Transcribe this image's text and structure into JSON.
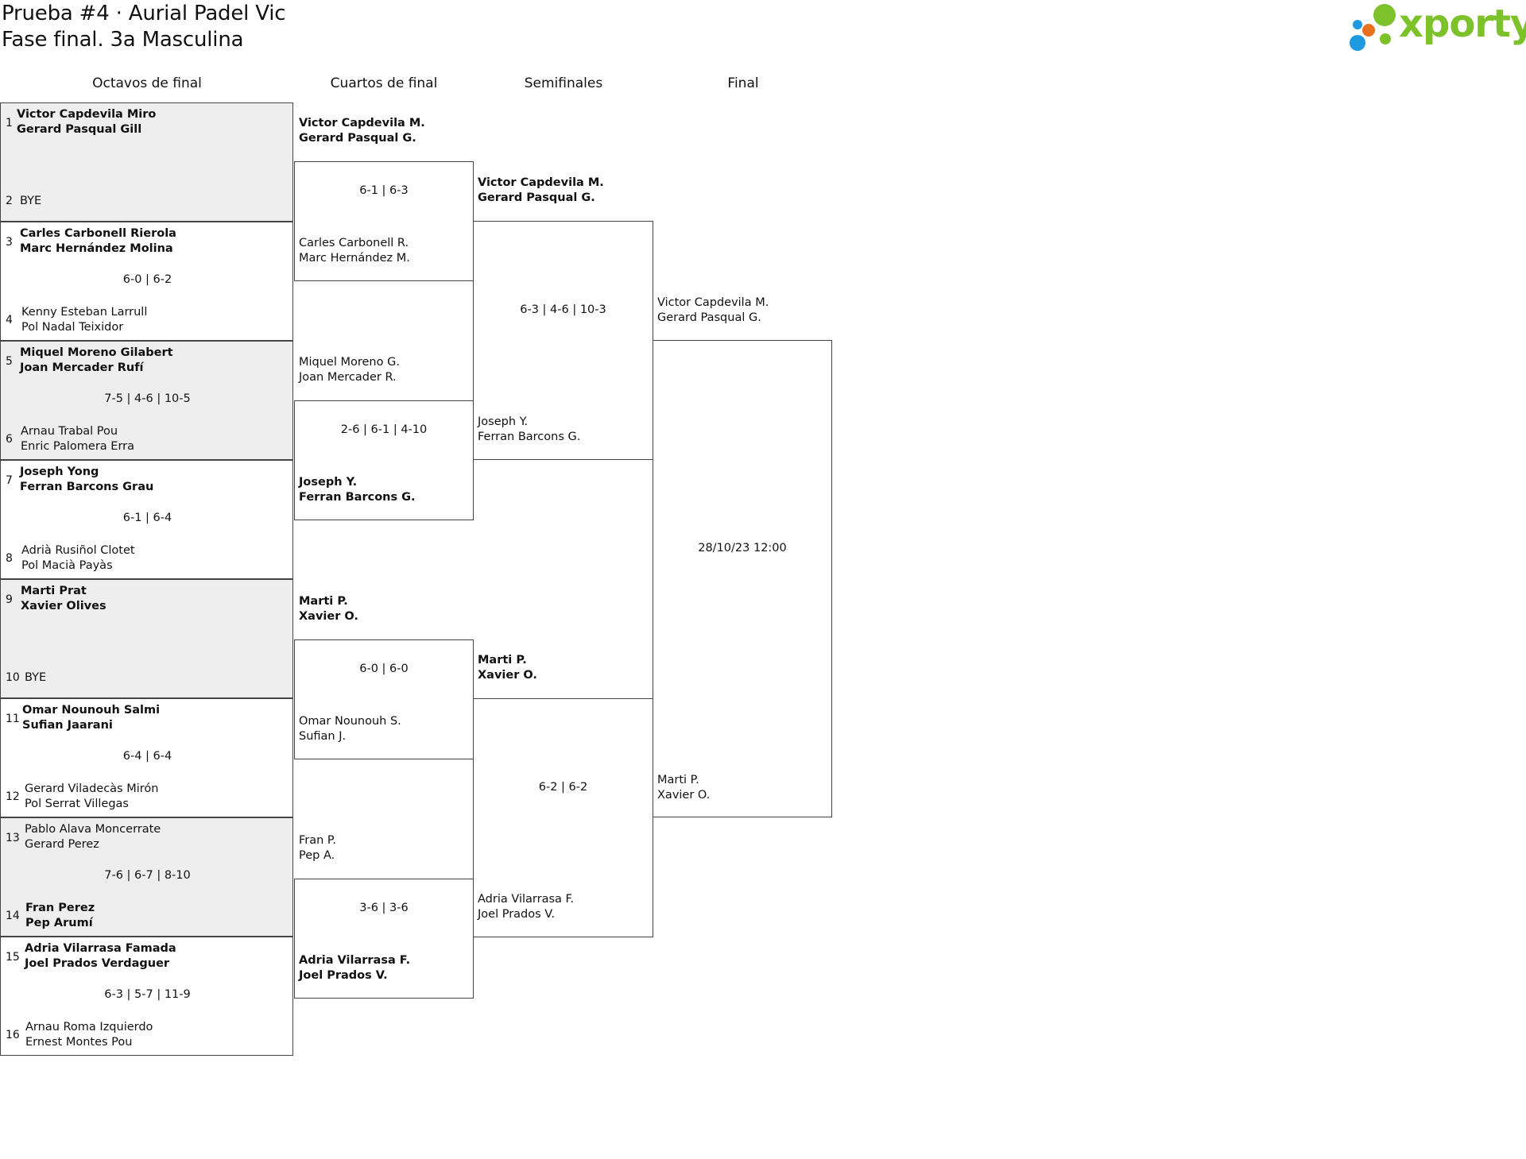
{
  "header": {
    "title_line1": "Prueba #4 · Aurial Padel Vic",
    "title_line2": "Fase final. 3a Masculina"
  },
  "logo": {
    "text": "xporty",
    "colors": {
      "green": "#7dc22b",
      "orange": "#e8711f",
      "blue": "#1e9ae0"
    }
  },
  "rounds": [
    "Octavos de final",
    "Cuartos de final",
    "Semifinales",
    "Final"
  ],
  "octavos": [
    {
      "seed_a": "1",
      "a1": "Victor Capdevila Miro",
      "a2": "Gerard Pasqual Gill",
      "seed_b": "2",
      "b1": "BYE",
      "b2": "",
      "score": ""
    },
    {
      "seed_a": "3",
      "a1": "Carles Carbonell Rierola",
      "a2": "Marc Hernández Molina",
      "seed_b": "4",
      "b1": "Kenny Esteban Larrull",
      "b2": "Pol Nadal Teixidor",
      "score": "6-0 | 6-2"
    },
    {
      "seed_a": "5",
      "a1": "Miquel Moreno Gilabert",
      "a2": "Joan Mercader Rufí",
      "seed_b": "6",
      "b1": "Arnau Trabal Pou",
      "b2": "Enric Palomera Erra",
      "score": "7-5 | 4-6 | 10-5"
    },
    {
      "seed_a": "7",
      "a1": "Joseph Yong",
      "a2": "Ferran Barcons Grau",
      "seed_b": "8",
      "b1": "Adrià Rusiñol Clotet",
      "b2": "Pol Macià Payàs",
      "score": "6-1 | 6-4"
    },
    {
      "seed_a": "9",
      "a1": "Marti Prat",
      "a2": "Xavier Olives",
      "seed_b": "10",
      "b1": "BYE",
      "b2": "",
      "score": ""
    },
    {
      "seed_a": "11",
      "a1": "Omar Nounouh Salmi",
      "a2": "Sufian Jaarani",
      "seed_b": "12",
      "b1": "Gerard Viladecàs Mirón",
      "b2": "Pol Serrat Villegas",
      "score": "6-4 | 6-4"
    },
    {
      "seed_a": "13",
      "a1": "Pablo Alava Moncerrate",
      "a2": "Gerard Perez",
      "seed_b": "14",
      "b1": "Fran Perez",
      "b2": "Pep Arumí",
      "score": "7-6 | 6-7 | 8-10"
    },
    {
      "seed_a": "15",
      "a1": "Adria Vilarrasa Famada",
      "a2": "Joel Prados Verdaguer",
      "seed_b": "16",
      "b1": "Arnau Roma Izquierdo",
      "b2": "Ernest Montes Pou",
      "score": "6-3 | 5-7 | 11-9"
    }
  ],
  "cuartos": [
    {
      "a1": "Victor Capdevila M.",
      "a2": "Gerard Pasqual G.",
      "b1": "Carles Carbonell R.",
      "b2": "Marc Hernández M.",
      "score": "6-1 | 6-3"
    },
    {
      "a1": "Miquel Moreno G.",
      "a2": "Joan Mercader R.",
      "b1": "Joseph Y.",
      "b2": "Ferran Barcons G.",
      "score": "2-6 | 6-1 | 4-10"
    },
    {
      "a1": "Marti P.",
      "a2": "Xavier O.",
      "b1": "Omar Nounouh S.",
      "b2": "Sufian J.",
      "score": "6-0 | 6-0"
    },
    {
      "a1": "Fran P.",
      "a2": "Pep A.",
      "b1": "Adria Vilarrasa F.",
      "b2": "Joel Prados V.",
      "score": "3-6 | 3-6"
    }
  ],
  "semis": [
    {
      "a1": "Victor Capdevila M.",
      "a2": "Gerard Pasqual G.",
      "b1": "Joseph Y.",
      "b2": "Ferran Barcons G.",
      "score": "6-3 | 4-6 | 10-3"
    },
    {
      "a1": "Marti P.",
      "a2": "Xavier O.",
      "b1": "Adria Vilarrasa F.",
      "b2": "Joel Prados V.",
      "score": "6-2 | 6-2"
    }
  ],
  "final": {
    "a1": "Victor Capdevila M.",
    "a2": "Gerard Pasqual G.",
    "b1": "Marti P.",
    "b2": "Xavier O.",
    "score": "28/10/23 12:00"
  }
}
